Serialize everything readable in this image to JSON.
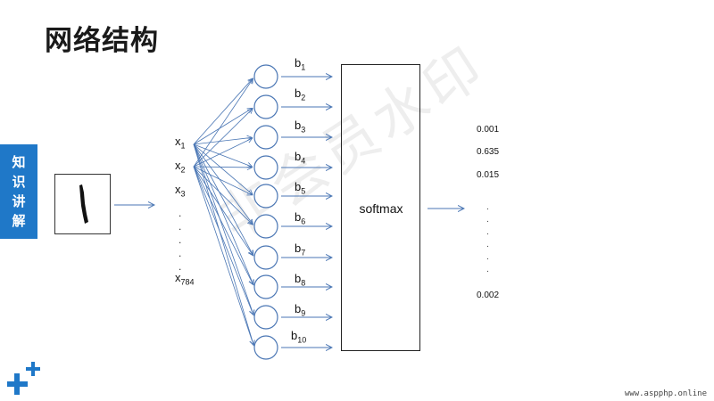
{
  "title": "网络结构",
  "side_tab": [
    "知",
    "识",
    "讲",
    "解"
  ],
  "watermark": "非会员水印",
  "inputs": [
    {
      "base": "x",
      "sub": "1"
    },
    {
      "base": "x",
      "sub": "2"
    },
    {
      "base": "x",
      "sub": "3"
    },
    {
      "base": "x",
      "sub": "784"
    }
  ],
  "biases": [
    {
      "base": "b",
      "sub": "1"
    },
    {
      "base": "b",
      "sub": "2"
    },
    {
      "base": "b",
      "sub": "3"
    },
    {
      "base": "b",
      "sub": "4"
    },
    {
      "base": "b",
      "sub": "5"
    },
    {
      "base": "b",
      "sub": "6"
    },
    {
      "base": "b",
      "sub": "7"
    },
    {
      "base": "b",
      "sub": "8"
    },
    {
      "base": "b",
      "sub": "9"
    },
    {
      "base": "b",
      "sub": "10"
    }
  ],
  "softmax_label": "softmax",
  "outputs": [
    "0.001",
    "0.635",
    "0.015",
    "0.002"
  ],
  "footer_url": "www.aspphp.online",
  "colors": {
    "arrow": "#4a76b4",
    "accent": "#1f78c8"
  }
}
